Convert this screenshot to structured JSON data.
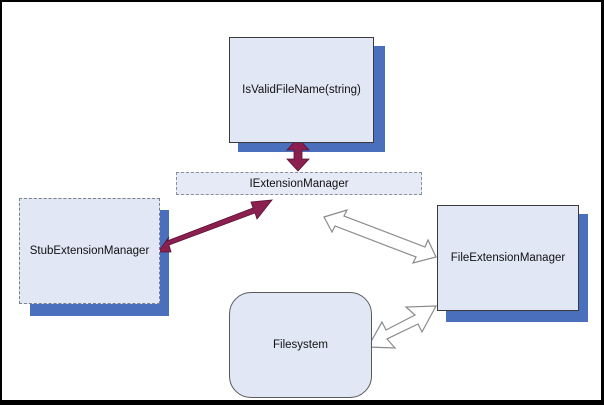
{
  "diagram": {
    "nodes": {
      "is_valid": {
        "label": "IsValidFileName(string)"
      },
      "iext": {
        "label": "IExtensionManager"
      },
      "stub": {
        "label": "StubExtensionManager"
      },
      "file_ext": {
        "label": "FileExtensionManager"
      },
      "filesystem": {
        "label": "Filesystem"
      }
    },
    "edges": [
      {
        "from": "is_valid",
        "to": "iext",
        "style": "filled",
        "color": "#8b1f4f"
      },
      {
        "from": "iext",
        "to": "stub",
        "style": "filled",
        "color": "#8b1f4f"
      },
      {
        "from": "iext",
        "to": "file_ext",
        "style": "outline",
        "color": "#ffffff"
      },
      {
        "from": "filesystem",
        "to": "file_ext",
        "style": "outline",
        "color": "#ffffff"
      }
    ],
    "colors": {
      "node_fill": "#e2e7f6",
      "shadow": "#4a6fbd",
      "filled_arrow": "#8b1f4f",
      "outline_arrow_stroke": "#888888"
    }
  }
}
